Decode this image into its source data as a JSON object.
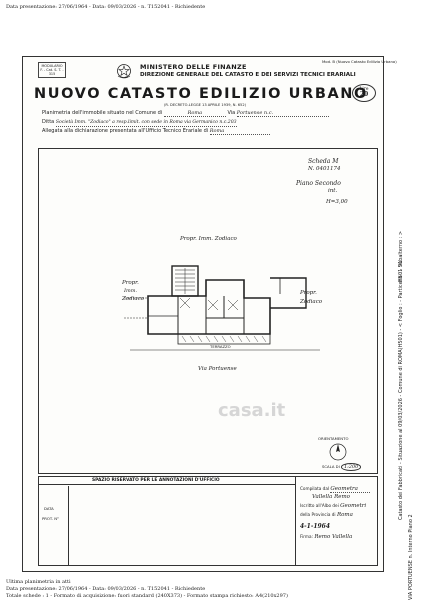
{
  "header_top": "Data presentazione: 27/06/1964 - Data: 09/03/2026 - n. T152041 - Richiedente",
  "form": {
    "stamp_line1": "MODULARIO",
    "stamp_line2": "F. - Cat. S. T. - 315",
    "modello": "Mod. B (Nuovo Catasto Edilizio Urbano)",
    "ministry": "MINISTERO DELLE FINANZE",
    "direction": "DIREZIONE GENERALE DEL CATASTO E DEI SERVIZI TECNICI ERARIALI",
    "title": "NUOVO CATASTO EDILIZIO URBANO",
    "lire_label": "Lire",
    "lire_value": "20",
    "decreto": "(R. DECRETO-LEGGE 13 APRILE 1939, N. 652)",
    "line1_label": "Planimetria dell'immobile situato nel Comune di",
    "line1_value": "Roma",
    "line1_via_label": "Via",
    "line1_via_value": "Portuense n.c.",
    "line2_label": "Ditta",
    "line2_value": "Società Imm. \"Zodiaco\" a resp.limit. con sede in Roma via Germanico n.c.203",
    "line3_label": "Allegata alla dichiarazione presentata all'Ufficio Tecnico Erariale di",
    "line3_value": "Roma"
  },
  "plan": {
    "scheda": "Scheda M",
    "scheda_num": "N. 0401174",
    "piano": "Piano Secondo",
    "int": "int.",
    "height": "H=3,00",
    "propr_top": "Propr. Imm. Zodiaco",
    "propr_left_1": "Propr.",
    "propr_left_2": "Imm.",
    "propr_left_3": "Zodiaco",
    "propr_right_1": "Propr.",
    "propr_right_2": "Zodiaco",
    "terrazzo": "TERRAZZO",
    "via": "Via Portuense",
    "orientamento": "ORIENTAMENTO",
    "scala_label": "SCALA DI",
    "scala_value": "1:200",
    "watermark": "casa.it"
  },
  "office": {
    "title": "SPAZIO RISERVATO PER LE ANNOTAZIONI D'UFFICIO",
    "data_label": "DATA",
    "prot_label": "PROT. N°",
    "compilata_label": "Compilata dal",
    "compilata_value": "Geometra",
    "name_value": "Vallella Remo",
    "iscritto_label": "Iscritto all'Albo dei",
    "iscritto_value": "Geometri",
    "provincia_label": "della Provincia di",
    "provincia_value": "Roma",
    "data_value": "4-1-1964",
    "firma_label": "Firma:",
    "firma_value": "Remo Vallella"
  },
  "footer": {
    "ultima": "Ultima planimetria in atti",
    "line1": "Data presentazione: 27/06/1964 - Data: 09/03/2026 - n. T152041 - Richiedente",
    "line2": "Totale schede : 1 - Formato di acquisizione: fuori standard (240X373) - Formato stampa richiesto: A4(210x297)"
  },
  "side": {
    "right_upper": "Catasto dei Fabbricati - Situazione al 09/03/2026 - Comune di ROMA(H501) - < Foglio : - Particella : - Subalterno : >",
    "right_lower": "VIA PORTUENSE n. Interno Piano 2",
    "right_code": "H501 91"
  }
}
